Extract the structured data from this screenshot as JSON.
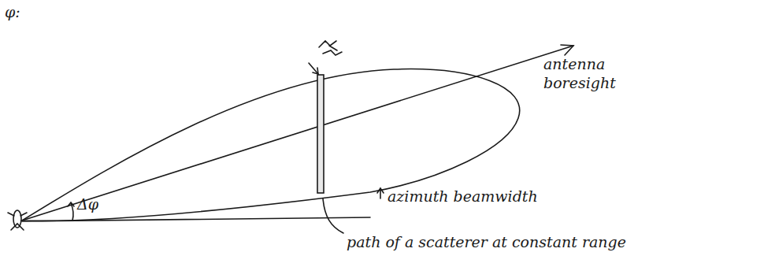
{
  "diagram": {
    "labels": [
      "φ:",
      "antenna boresight",
      "azimuth beamwidth",
      "path of a scatterer at constant range",
      "Δφ"
    ]
  }
}
